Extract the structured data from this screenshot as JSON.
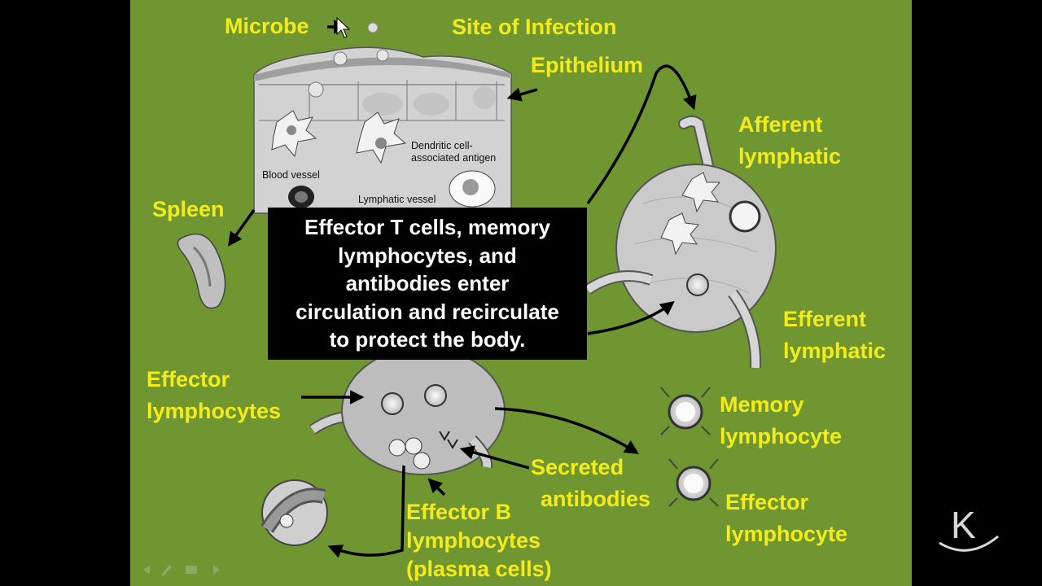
{
  "title": "Site of Infection",
  "callout_lines": [
    "Effector T cells, memory",
    "lymphocytes, and",
    "antibodies enter",
    "circulation and recirculate",
    "to protect the body."
  ],
  "labels": {
    "microbe": "Microbe",
    "epithelium": "Epithelium",
    "afferent": [
      "Afferent",
      "lymphatic"
    ],
    "spleen": "Spleen",
    "efferent": [
      "Efferent",
      "lymphatic"
    ],
    "effector_lymphocytes": [
      "Effector",
      "lymphocytes"
    ],
    "memory_lymphocyte": [
      "Memory",
      "lymphocyte"
    ],
    "secreted_antibodies": [
      "Secreted",
      "antibodies"
    ],
    "effector_lymphocyte": [
      "Effector",
      "lymphocyte"
    ],
    "effector_b": [
      "Effector B",
      "lymphocytes",
      "(plasma cells)"
    ]
  },
  "inner_labels": {
    "dendritic": [
      "Dendritic cell-",
      "associated antigen"
    ],
    "blood_vessel": "Blood vessel",
    "lymphatic_vessel": "Lymphatic vessel"
  },
  "colors": {
    "background": "#6f9630",
    "label": "#f4ec1a",
    "callout_bg": "#000000",
    "callout_text": "#ffffff"
  },
  "icons": [
    "cursor-icon",
    "k-logo-icon"
  ]
}
